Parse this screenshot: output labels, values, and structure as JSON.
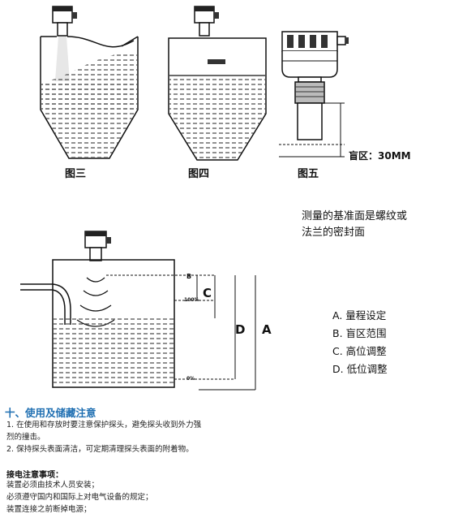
{
  "figures": {
    "fig3_caption": "图三",
    "fig4_caption": "图四",
    "fig5_caption": "图五",
    "blind_zone_label": "盲区：30MM"
  },
  "reference_note": [
    "测量的基准面是螺纹或",
    "法兰的密封面"
  ],
  "diagram_labels": {
    "b": "B",
    "c": "C",
    "d": "D",
    "a": "A",
    "pct100": "100%",
    "pct0": "0%"
  },
  "legend": [
    "A. 量程设定",
    "B. 盲区范围",
    "C. 高位调整",
    "D. 低位调整"
  ],
  "section": {
    "title": "十、使用及储藏注意",
    "items": [
      "1.  在使用和存放时要注意保护探头，避免探头收到外力强",
      "烈的撞击。",
      "2.  保持探头表面清洁，可定期清理探头表面的附着物。"
    ]
  },
  "wiring": {
    "title": "接电注意事项：",
    "lines": [
      "装置必须由技术人员安装；",
      "必须遵守国内和国际上对电气设备的规定；",
      "装置连接之前断掉电源；"
    ]
  },
  "colors": {
    "accent": "#1f6fb2"
  }
}
